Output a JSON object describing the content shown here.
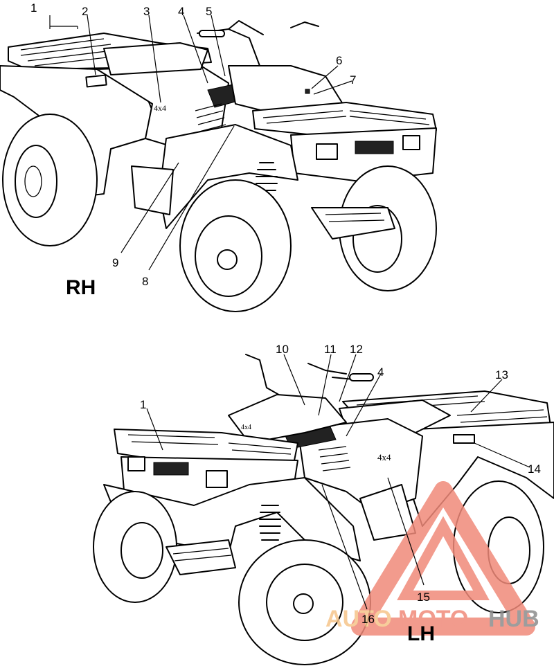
{
  "views": [
    {
      "id": "rh",
      "side_label": "RH",
      "callouts": [
        "1",
        "2",
        "3",
        "4",
        "5",
        "6",
        "7",
        "8",
        "9"
      ]
    },
    {
      "id": "lh",
      "side_label": "LH",
      "callouts": [
        "1",
        "4",
        "10",
        "11",
        "12",
        "13",
        "14",
        "15",
        "16"
      ]
    }
  ],
  "watermark": {
    "part1": "AUTO",
    "part2": "MOTO",
    "part3": "HUB",
    "colors": {
      "accent": "#f08a7a",
      "light": "#f6c58a",
      "gray": "#8c8c8c"
    }
  }
}
